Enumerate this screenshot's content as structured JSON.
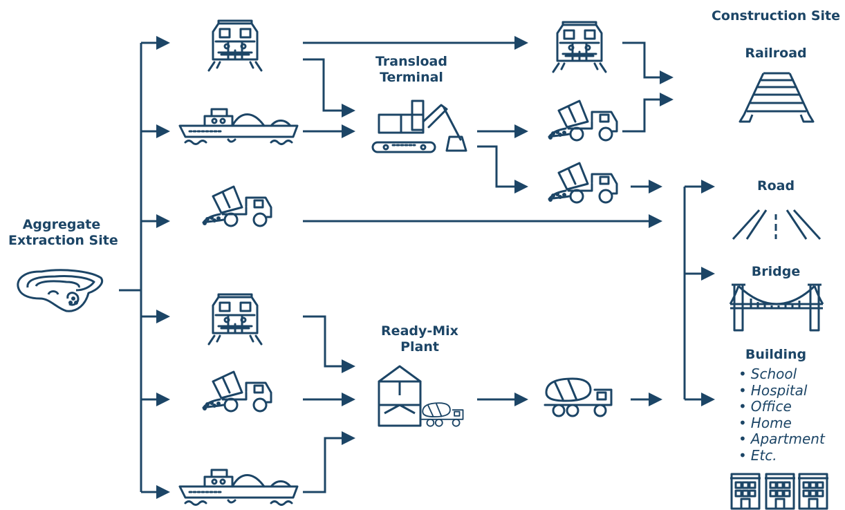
{
  "labels": {
    "extraction_line1": "Aggregate",
    "extraction_line2": "Extraction Site",
    "transload_line1": "Transload",
    "transload_line2": "Terminal",
    "readymix_line1": "Ready-Mix",
    "readymix_line2": "Plant",
    "construction_site": "Construction Site",
    "railroad": "Railroad",
    "road": "Road",
    "bridge": "Bridge",
    "building": "Building"
  },
  "building_types": [
    "School",
    "Hospital",
    "Office",
    "Home",
    "Apartment",
    "Etc."
  ],
  "colors": {
    "primary": "#1c4566",
    "background": "#ffffff"
  },
  "icons": [
    "quarry-icon",
    "train-icon",
    "barge-icon",
    "dump-truck-icon",
    "excavator-icon",
    "silo-icon",
    "mixer-truck-icon",
    "railroad-track-icon",
    "road-icon",
    "bridge-icon",
    "building-icon"
  ]
}
